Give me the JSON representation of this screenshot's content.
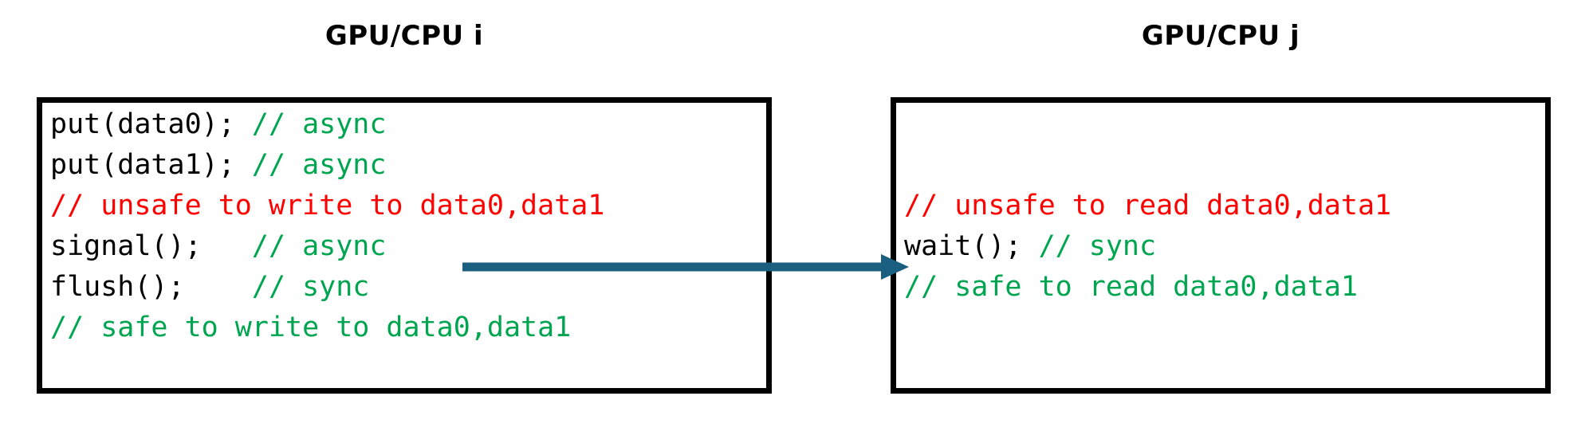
{
  "diagram": {
    "title_left": "GPU/CPU i",
    "title_right": "GPU/CPU j",
    "colors": {
      "code": "#000000",
      "comment_safe": "#00A550",
      "comment_unsafe": "#FF0000",
      "arrow": "#1A5F7F",
      "border": "#000000",
      "background": "#FFFFFF"
    },
    "arrow": {
      "name": "signal-to-wait-arrow",
      "from": "signal(); // async",
      "to": "wait(); // sync",
      "direction": "left-to-right"
    },
    "left_box": {
      "name": "gpu-cpu-i-code-box",
      "lines": [
        {
          "id": "l0",
          "text": "put(data0); ",
          "comment": "// async",
          "kind": "comment"
        },
        {
          "id": "l1",
          "text": "put(data1); ",
          "comment": "// async",
          "kind": "comment"
        },
        {
          "id": "l2",
          "text": "",
          "comment": "// unsafe to write to data0,data1",
          "kind": "warn"
        },
        {
          "id": "l3",
          "text": "signal();   ",
          "comment": "// async",
          "kind": "comment"
        },
        {
          "id": "l4",
          "text": "flush();    ",
          "comment": "// sync",
          "kind": "comment"
        },
        {
          "id": "l5",
          "text": "",
          "comment": "// safe to write to data0,data1",
          "kind": "comment"
        }
      ]
    },
    "right_box": {
      "name": "gpu-cpu-j-code-box",
      "lines": [
        {
          "id": "r0",
          "text": "",
          "comment": "// unsafe to read data0,data1",
          "kind": "warn"
        },
        {
          "id": "r1",
          "text": "wait(); ",
          "comment": "// sync",
          "kind": "comment"
        },
        {
          "id": "r2",
          "text": "",
          "comment": "// safe to read data0,data1",
          "kind": "comment"
        }
      ]
    }
  }
}
